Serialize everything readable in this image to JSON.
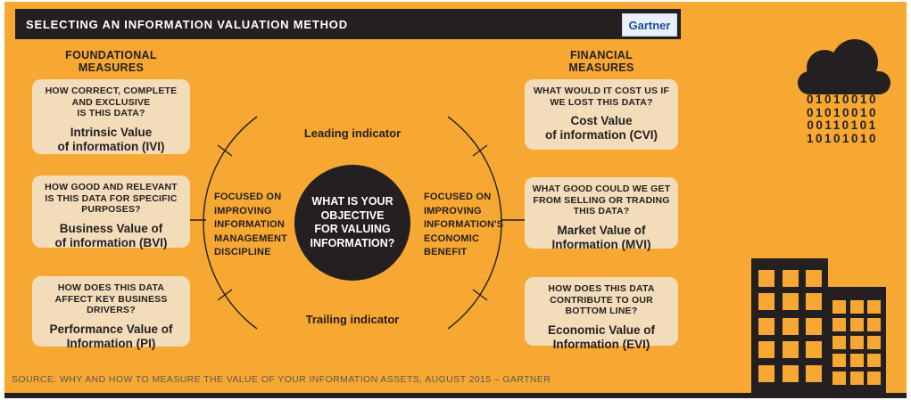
{
  "header": {
    "title": "SELECTING AN INFORMATION VALUATION METHOD",
    "logo": "Gartner"
  },
  "colors": {
    "background": "#F6A832",
    "dark": "#241F20",
    "box_beige": "#F2DCBA",
    "logo_blue": "#1D4F9E",
    "logo_bg": "#EAF0F9",
    "source_text": "#5E5953"
  },
  "left_column": {
    "heading": [
      "FOUNDATIONAL",
      "MEASURES"
    ],
    "boxes": [
      {
        "question": [
          "HOW CORRECT, COMPLETE",
          "AND EXCLUSIVE",
          "IS THIS DATA?"
        ],
        "value": [
          "Intrinsic Value",
          "of information (IVI)"
        ]
      },
      {
        "question": [
          "HOW GOOD AND RELEVANT",
          "IS THIS DATA FOR SPECIFIC",
          "PURPOSES?"
        ],
        "value": [
          "Business Value of",
          "of information (BVI)"
        ]
      },
      {
        "question": [
          "HOW DOES THIS DATA",
          "AFFECT KEY BUSINESS",
          "DRIVERS?"
        ],
        "value": [
          "Performance Value of",
          "Information (PI)"
        ]
      }
    ]
  },
  "right_column": {
    "heading": [
      "FINANCIAL",
      "MEASURES"
    ],
    "boxes": [
      {
        "question": [
          "WHAT WOULD IT COST US IF",
          "WE LOST THIS DATA?"
        ],
        "value": [
          "Cost Value",
          "of information (CVI)"
        ]
      },
      {
        "question": [
          "WHAT GOOD COULD WE GET",
          "FROM SELLING OR TRADING",
          "THIS DATA?"
        ],
        "value": [
          "Market Value of",
          "Information (MVI)"
        ]
      },
      {
        "question": [
          "HOW DOES THIS DATA",
          "CONTRIBUTE TO OUR",
          "BOTTOM LINE?"
        ],
        "value": [
          "Economic Value of",
          "Information (EVI)"
        ]
      }
    ]
  },
  "center": {
    "question": [
      "WHAT IS YOUR",
      "OBJECTIVE",
      "FOR VALUING",
      "INFORMATION?"
    ],
    "top_label": "Leading indicator",
    "bottom_label": "Trailing indicator",
    "left_focus": [
      "FOCUSED ON",
      "IMPROVING",
      "INFORMATION",
      "MANAGEMENT",
      "DISCIPLINE"
    ],
    "right_focus": [
      "FOCUSED ON",
      "IMPROVING",
      "INFORMATION'S",
      "ECONOMIC",
      "BENEFIT"
    ]
  },
  "decorations": {
    "binary_lines": [
      "01010010",
      "01010010",
      "00110101",
      "10101010"
    ]
  },
  "footer": {
    "source": "SOURCE: WHY AND HOW TO MEASURE THE VALUE OF YOUR INFORMATION ASSETS, AUGUST 2015 – GARTNER"
  }
}
